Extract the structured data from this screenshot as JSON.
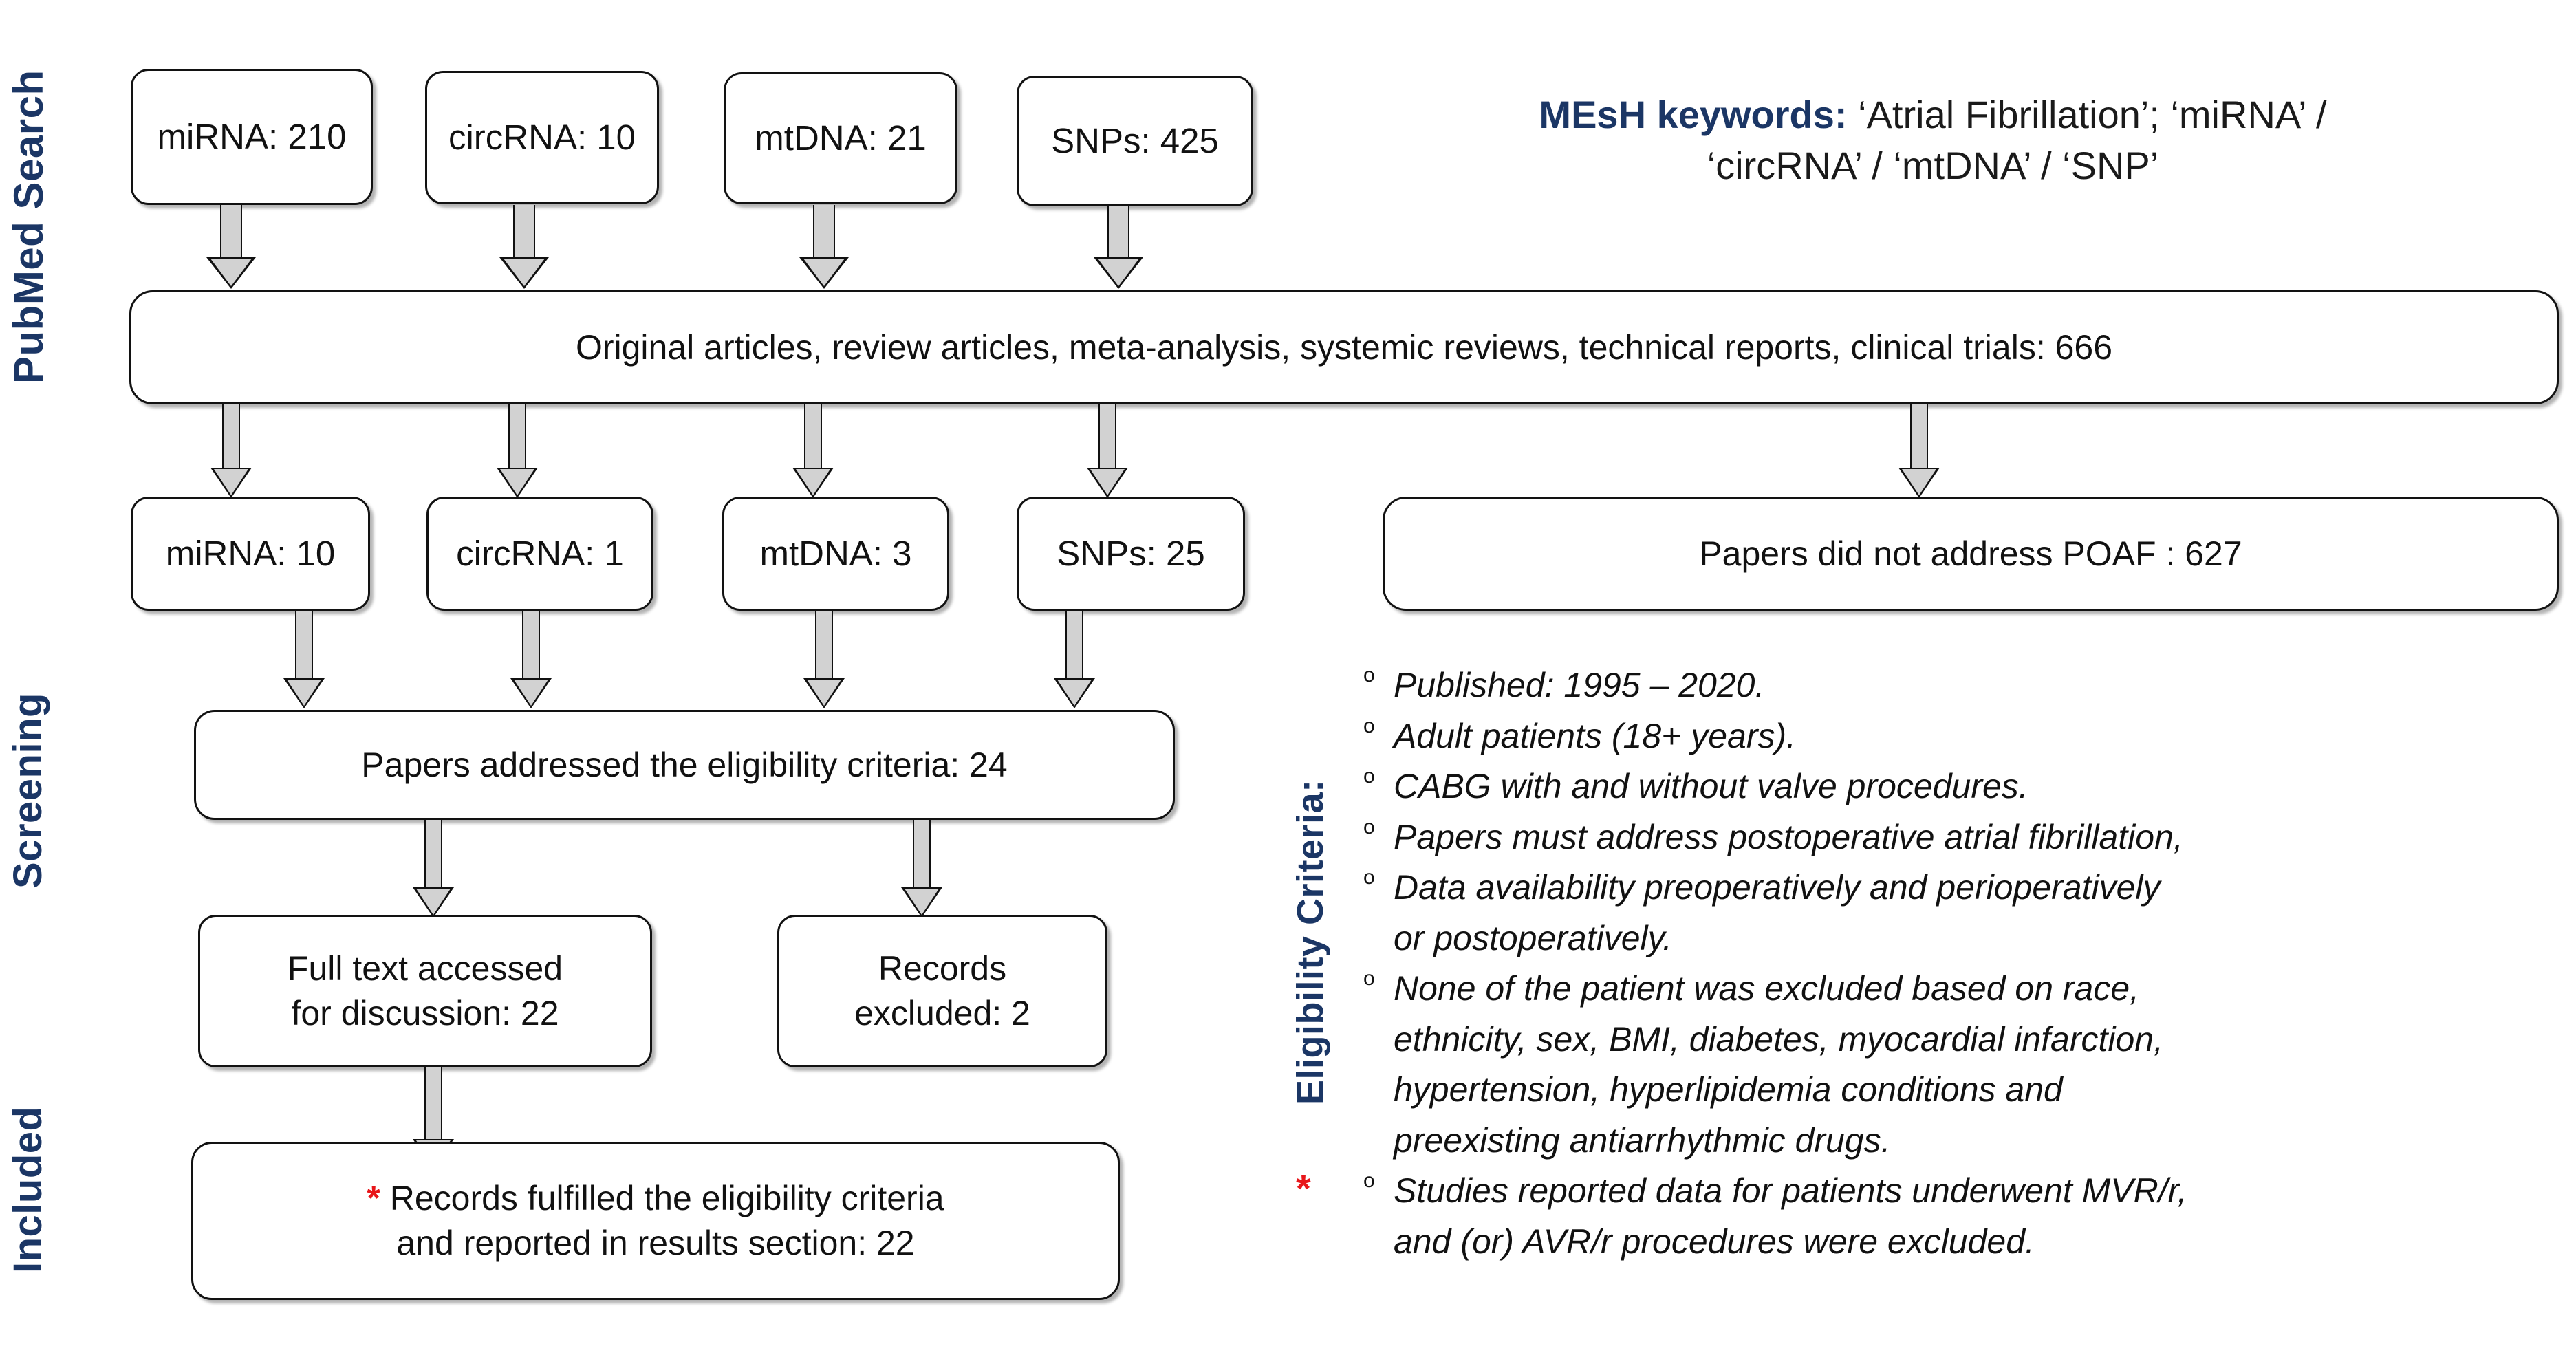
{
  "figure": {
    "type": "prisma-flow-diagram",
    "title": "PubMed search and screening flow for postoperative atrial fibrillation (POAF) biomarkers"
  },
  "stage_labels": {
    "pubmed_search": "PubMed Search",
    "screening": "Screening",
    "included": "Included",
    "eligibility_criteria": "Eligibility Criteria:",
    "eligibility_star": "*"
  },
  "search_row": {
    "boxes": [
      {
        "label": "miRNA: 210",
        "name": "mirna",
        "count": 210
      },
      {
        "label": "circRNA: 10",
        "name": "circrna",
        "count": 10
      },
      {
        "label": "mtDNA: 21",
        "name": "mtdna",
        "count": 21
      },
      {
        "label": "SNPs: 425",
        "name": "snps",
        "count": 425
      }
    ]
  },
  "mesh": {
    "keywords_label": "MEsH keywords:",
    "line1_rest": " ‘Atrial Fibrillation’;  ‘miRNA’ /",
    "line2": "‘circRNA’ / ‘mtDNA’ / ‘SNP’"
  },
  "combined_box": {
    "label": "Original articles, review articles, meta-analysis, systemic reviews, technical reports, clinical trials: 666",
    "count": 666
  },
  "screening_row": {
    "boxes": [
      {
        "label": "miRNA: 10",
        "name": "mirna",
        "count": 10
      },
      {
        "label": "circRNA: 1",
        "name": "circrna",
        "count": 1
      },
      {
        "label": "mtDNA: 3",
        "name": "mtdna",
        "count": 3
      },
      {
        "label": "SNPs: 25",
        "name": "snps",
        "count": 25
      }
    ]
  },
  "excluded_poaf_box": {
    "label": "Papers did not address POAF : 627",
    "count": 627
  },
  "eligibility_box": {
    "label": "Papers addressed the eligibility criteria: 24",
    "count": 24
  },
  "fulltext_box": {
    "line1": "Full text accessed",
    "line2": "for discussion: 22",
    "count": 22
  },
  "records_excluded_box": {
    "line1": "Records",
    "line2": "excluded: 2",
    "count": 2
  },
  "final_box": {
    "star": "*",
    "line1": " Records fulfilled the eligibility criteria",
    "line2": "and reported in results section: 22",
    "count": 22
  },
  "criteria_list": {
    "bullet_glyph": "o",
    "items": [
      {
        "lines": [
          "Published: 1995 – 2020."
        ],
        "bullet": true,
        "star": false
      },
      {
        "lines": [
          "Adult patients (18+ years)."
        ],
        "bullet": true,
        "star": false
      },
      {
        "lines": [
          "CABG with and without valve procedures."
        ],
        "bullet": true,
        "star": false
      },
      {
        "lines": [
          "Papers must address postoperative atrial fibrillation,"
        ],
        "bullet": true,
        "star": false
      },
      {
        "lines": [
          "Data availability preoperatively and perioperatively",
          "or postoperatively."
        ],
        "bullet": true,
        "star": false
      },
      {
        "lines": [
          "None of the patient was excluded based on race,",
          "ethnicity, sex, BMI, diabetes, myocardial infarction,",
          "hypertension, hyperlipidemia conditions and",
          "preexisting antiarrhythmic drugs."
        ],
        "bullet": true,
        "star": false
      },
      {
        "lines": [
          "Studies reported data for patients underwent MVR/r,",
          "and (or) AVR/r procedures were excluded."
        ],
        "bullet": true,
        "star": true
      }
    ]
  },
  "colors": {
    "label_blue": "#1B3665",
    "star_red": "#E8161A",
    "box_border": "#121212",
    "arrow_fill": "#D2D2D2",
    "text": "#111111"
  }
}
